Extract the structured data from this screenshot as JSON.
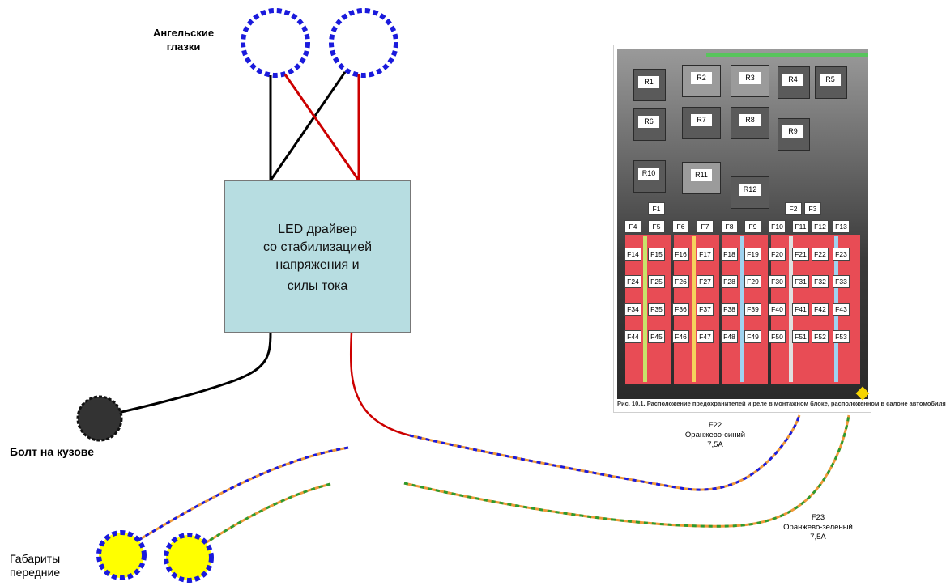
{
  "labels": {
    "angel_eyes": [
      "Ангельские",
      "глазки"
    ],
    "driver": [
      "LED драйвер",
      "со стабилизацией",
      "напряжения и",
      "силы тока"
    ],
    "bolt": "Болт на кузове",
    "front_lights": [
      "Габариты",
      "передние"
    ],
    "f22": [
      "F22",
      "Оранжево-синий",
      "7,5А"
    ],
    "f23": [
      "F23",
      "Оранжево-зеленый",
      "7,5А"
    ]
  },
  "photo": {
    "caption": "Рис. 10.1. Расположение предохранителей и реле в монтажном блоке, расположенном в салоне автомобиля",
    "relays": [
      "R1",
      "R2",
      "R3",
      "R4",
      "R5",
      "R6",
      "R7",
      "R8",
      "R9",
      "R10",
      "R11",
      "R12"
    ],
    "fuse_top": [
      "F1",
      "F2",
      "F3"
    ],
    "fuse_rows": [
      [
        "F4",
        "F5",
        "F6",
        "F7",
        "F8",
        "F9",
        "F10",
        "F11",
        "F12",
        "F13"
      ],
      [
        "F14",
        "F15",
        "F16",
        "F17",
        "F18",
        "F19",
        "F20",
        "F21",
        "F22",
        "F23"
      ],
      [
        "F24",
        "F25",
        "F26",
        "F27",
        "F28",
        "F29",
        "F30",
        "F31",
        "F32",
        "F33"
      ],
      [
        "F34",
        "F35",
        "F36",
        "F37",
        "F38",
        "F39",
        "F40",
        "F41",
        "F42",
        "F43"
      ],
      [
        "F44",
        "F45",
        "F46",
        "F47",
        "F48",
        "F49",
        "F50",
        "F51",
        "F52",
        "F53"
      ]
    ]
  },
  "colors": {
    "blue_dash": "#1a1adc",
    "yellow": "#ffff00",
    "red_wire": "#cc0000",
    "black_wire": "#000000",
    "orange": "#f09a3a",
    "green": "#2e9a2e",
    "driver_box": "#b7dde1"
  }
}
